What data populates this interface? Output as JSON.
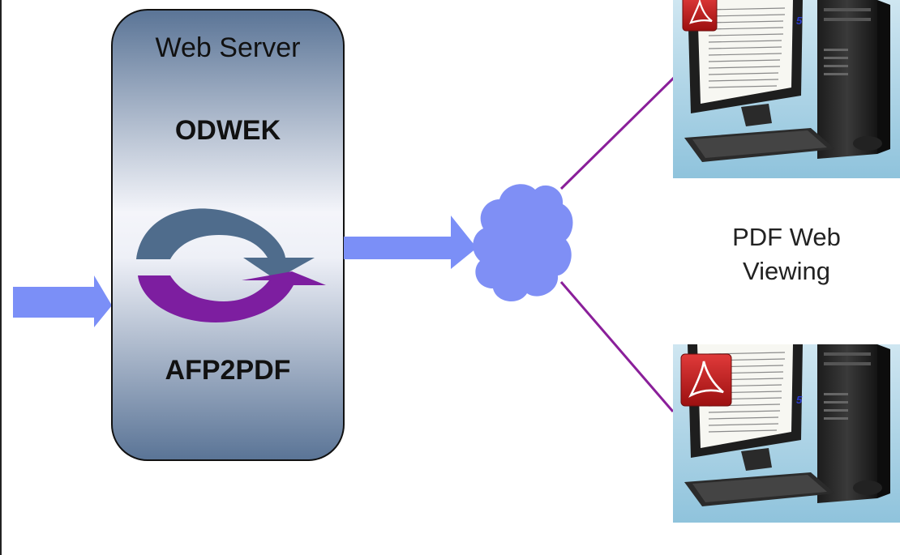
{
  "server": {
    "title": "Web Server",
    "component_top": "ODWEK",
    "component_bottom": "AFP2PDF"
  },
  "viewing": {
    "line1": "PDF Web",
    "line2": "Viewing"
  },
  "icons": {
    "transform": "refresh-cycle-icon",
    "network": "cloud-icon",
    "client": "desktop-computer-icon",
    "pdf": "adobe-pdf-icon"
  },
  "colors": {
    "arrow_blue": "#7b8ff7",
    "server_top": "#5a7496",
    "server_mid": "#f4f5fa",
    "server_bottom": "#5a7496",
    "cycle_top": "#4b6a88",
    "cycle_bottom": "#7d1ea0",
    "link_line": "#8a1f9a",
    "cloud": "#7f8ff5",
    "pdf_red": "#c81e1e"
  },
  "screen_badge": "5"
}
